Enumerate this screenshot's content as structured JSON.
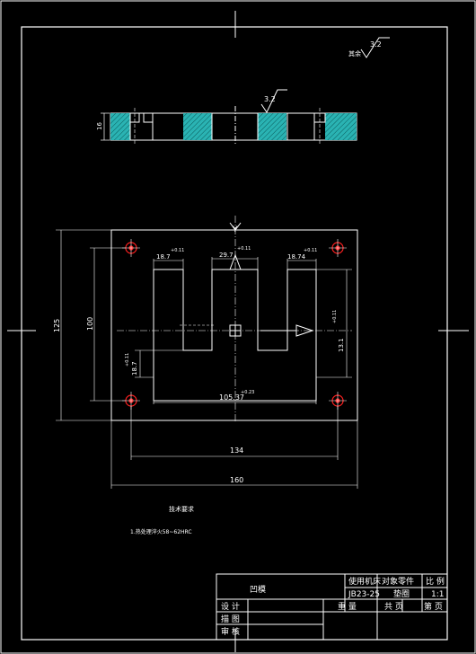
{
  "drawing": {
    "roughness_symbol_corner": "3.2",
    "roughness_label_corner": "其余",
    "roughness_symbol_section": "3.2",
    "section_thickness": "16",
    "center_mark": "Y",
    "dimensions": {
      "overall_height": "125",
      "hole_spacing_vertical": "100",
      "slot_width_left": "18.7",
      "slot_tol_left": "+0.11",
      "slot_width_mid": "29.7",
      "slot_tol_mid": "+0.11",
      "slot_width_right": "18.74",
      "slot_tol_right": "+0.11",
      "depth_left": "18.7",
      "depth_left_tol": "+0.11",
      "depth_right": "13.1",
      "depth_right_tol": "+0.11",
      "inner_width": "105.37",
      "inner_width_tol": "+0.23",
      "hole_spacing_horizontal": "134",
      "overall_width": "160"
    },
    "tech_req_title": "技术要求",
    "tech_req_item": "1.热处理淬火58~62HRC"
  },
  "title_block": {
    "part_name": "凹模",
    "col_machine_header": "使用机床",
    "col_part_header": "对象零件",
    "col_scale_header": "比 例",
    "machine_value": "JB23-25",
    "part_value": "垫圈",
    "scale_value": "1:1",
    "row_design": "设 计",
    "row_draw": "描 图",
    "row_check": "审 核",
    "weight_label": "重 量",
    "total_pages": "共 页",
    "page_no": "第 页"
  },
  "colors": {
    "background": "#000000",
    "line": "#ffffff",
    "hatch": "#2ab3b3",
    "hole": "#ff2020",
    "dimension": "#ffffff"
  }
}
